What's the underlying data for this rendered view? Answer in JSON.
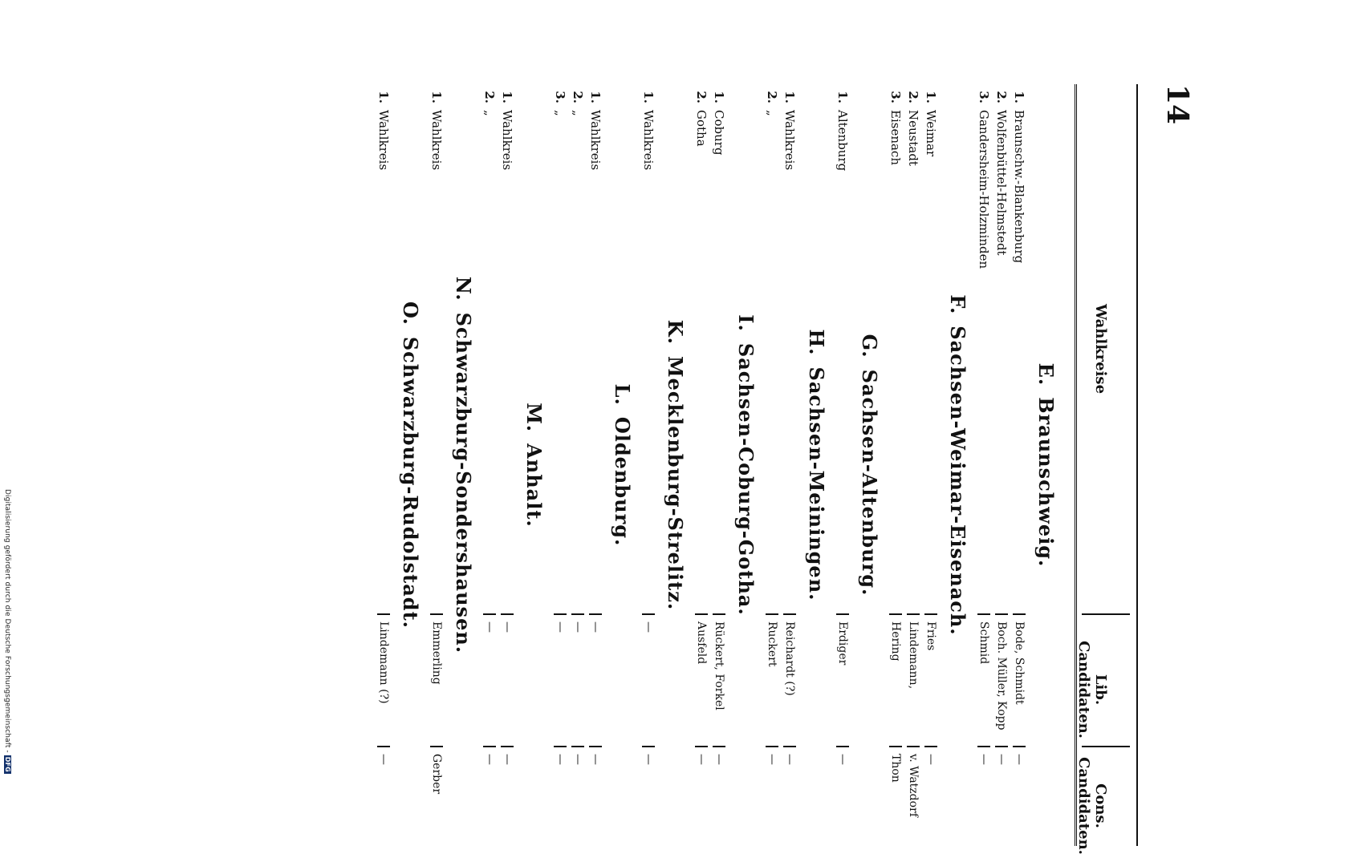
{
  "page_number": "14",
  "table_header": {
    "region_col": "Wahlkreise",
    "liberal_col": "Lib. Candidaten.",
    "conservative_col": "Cons. Candidaten."
  },
  "sections": [
    {
      "letter": "E.",
      "name": "Braunschweig.",
      "rows": [
        {
          "num": "1.",
          "district": "Braunschw.-Blankenburg",
          "liberal": "Bode, Schmidt",
          "conservative": "—"
        },
        {
          "num": "2.",
          "district": "Wolfenbüttel-Helmstedt",
          "liberal": "Boch. Müller, Kopp",
          "conservative": "—"
        },
        {
          "num": "3.",
          "district": "Gandersheim-Holzminden",
          "liberal": "Schmid",
          "conservative": "—"
        }
      ]
    },
    {
      "letter": "F.",
      "name": "Sachsen-Weimar-Eisenach.",
      "rows": [
        {
          "num": "1.",
          "district": "Weimar",
          "liberal": "Fries",
          "conservative": "—"
        },
        {
          "num": "2.",
          "district": "Neustadt",
          "liberal": "Lindemann,",
          "conservative": "v. Watzdorf"
        },
        {
          "num": "3.",
          "district": "Eisenach",
          "liberal": "Hering",
          "conservative": "Thon"
        }
      ]
    },
    {
      "letter": "G.",
      "name": "Sachsen-Altenburg.",
      "rows": [
        {
          "num": "1.",
          "district": "Altenburg",
          "liberal": "Erdiger",
          "conservative": "—"
        }
      ]
    },
    {
      "letter": "H.",
      "name": "Sachsen-Meiningen.",
      "rows": [
        {
          "num": "1.",
          "district": "Wahlkreis",
          "liberal": "Reichardt (?)",
          "conservative": "—"
        },
        {
          "num": "2.",
          "district": "„",
          "liberal": "Ruckert",
          "conservative": "—"
        }
      ]
    },
    {
      "letter": "I.",
      "name": "Sachsen-Coburg-Gotha.",
      "rows": [
        {
          "num": "1.",
          "district": "Coburg",
          "liberal": "Rückert, Forkel",
          "conservative": "—"
        },
        {
          "num": "2.",
          "district": "Gotha",
          "liberal": "Ausfeld",
          "conservative": "—"
        }
      ]
    },
    {
      "letter": "K.",
      "name": "Mecklenburg-Strelitz.",
      "rows": [
        {
          "num": "1.",
          "district": "Wahlkreis",
          "liberal": "—",
          "conservative": "—"
        }
      ]
    },
    {
      "letter": "L.",
      "name": "Oldenburg.",
      "rows": [
        {
          "num": "1.",
          "district": "Wahlkreis",
          "liberal": "—",
          "conservative": "—"
        },
        {
          "num": "2.",
          "district": "„",
          "liberal": "—",
          "conservative": "—"
        },
        {
          "num": "3.",
          "district": "„",
          "liberal": "—",
          "conservative": "—"
        }
      ]
    },
    {
      "letter": "M.",
      "name": "Anhalt.",
      "rows": [
        {
          "num": "1.",
          "district": "Wahlkreis",
          "liberal": "—",
          "conservative": "—"
        },
        {
          "num": "2.",
          "district": "„",
          "liberal": "—",
          "conservative": "—"
        }
      ]
    },
    {
      "letter": "N.",
      "name": "Schwarzburg-Sondershausen.",
      "rows": [
        {
          "num": "1.",
          "district": "Wahlkreis",
          "liberal": "Emmerling",
          "conservative": "Gerber"
        }
      ]
    },
    {
      "letter": "O.",
      "name": "Schwarzburg-Rudolstadt.",
      "rows": [
        {
          "num": "1.",
          "district": "Wahlkreis",
          "liberal": "Lindemann (?)",
          "conservative": "—"
        }
      ]
    }
  ],
  "footer_note": "Digitalisierung gefördert durch die Deutsche Forschungsgemeinschaft -",
  "footer_badge": "DFG"
}
